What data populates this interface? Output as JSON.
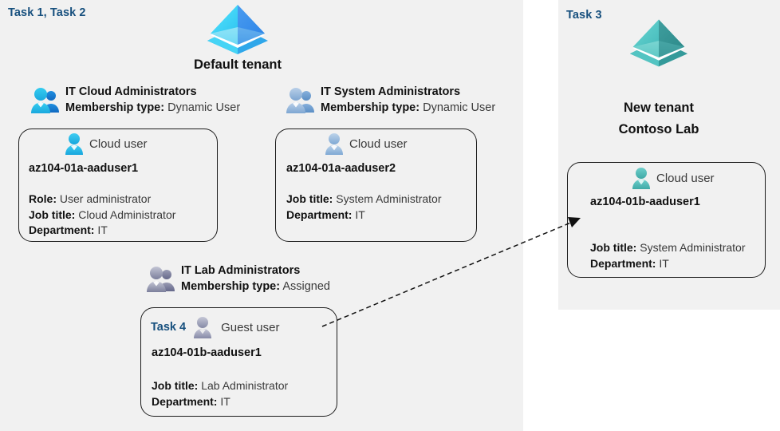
{
  "panels": {
    "left": {
      "task_label": "Task 1, Task 2"
    },
    "right": {
      "task_label": "Task 3"
    }
  },
  "tenants": [
    {
      "name": "default-tenant",
      "caption": "Default tenant",
      "icon": "azure-ad-tenant-icon",
      "color": "#3ecbf0"
    },
    {
      "name": "new-tenant",
      "caption_line1": "New  tenant",
      "caption_line2": "Contoso Lab",
      "icon": "azure-ad-tenant-icon",
      "color": "#4cbcbc"
    }
  ],
  "groups": [
    {
      "title": "IT Cloud Administrators",
      "membership_label": "Membership type:",
      "membership_value": "Dynamic User",
      "icon": "group-users-icon"
    },
    {
      "title": "IT System Administrators",
      "membership_label": "Membership type:",
      "membership_value": "Dynamic User",
      "icon": "group-users-icon"
    },
    {
      "title": "IT Lab Administrators",
      "membership_label": "Membership type:",
      "membership_value": "Assigned",
      "icon": "group-users-icon"
    }
  ],
  "user_cards": [
    {
      "id": "card-aaduser1",
      "user_type": "Cloud user",
      "user_icon": "cloud-user-icon",
      "username": "az104-01a-aaduser1",
      "attributes": [
        {
          "label": "Role:",
          "value": "User administrator"
        },
        {
          "label": "Job title:",
          "value": "Cloud Administrator"
        },
        {
          "label": "Department:",
          "value": "IT"
        }
      ]
    },
    {
      "id": "card-aaduser2",
      "user_type": "Cloud user",
      "user_icon": "cloud-user-icon",
      "username": "az104-01a-aaduser2",
      "attributes": [
        {
          "label": "Job title:",
          "value": "System Administrator"
        },
        {
          "label": "Department:",
          "value": "IT"
        }
      ]
    },
    {
      "id": "card-guest-aaduser1",
      "task_tag": "Task 4",
      "user_type": "Guest user",
      "user_icon": "guest-user-icon",
      "username": "az104-01b-aaduser1",
      "attributes": [
        {
          "label": "Job title:",
          "value": "Lab Administrator"
        },
        {
          "label": "Department:",
          "value": "IT"
        }
      ]
    },
    {
      "id": "card-newtenant-aaduser1",
      "user_type": "Cloud user",
      "user_icon": "cloud-user-icon",
      "username": "az104-01b-aaduser1",
      "attributes": [
        {
          "label": "Job title:",
          "value": "System Administrator"
        },
        {
          "label": "Department:",
          "value": "IT"
        }
      ]
    }
  ],
  "connector": {
    "name": "invite-guest-arrow",
    "style": "dashed-arrow"
  },
  "colors": {
    "panel_background": "#f1f1f1",
    "task_label": "#17507e",
    "card_border": "#1c1c1c",
    "text_primary": "#111111",
    "text_secondary": "#3a3a3a",
    "tenant_default": "#3ecbf0",
    "tenant_new": "#4cbcbc"
  }
}
